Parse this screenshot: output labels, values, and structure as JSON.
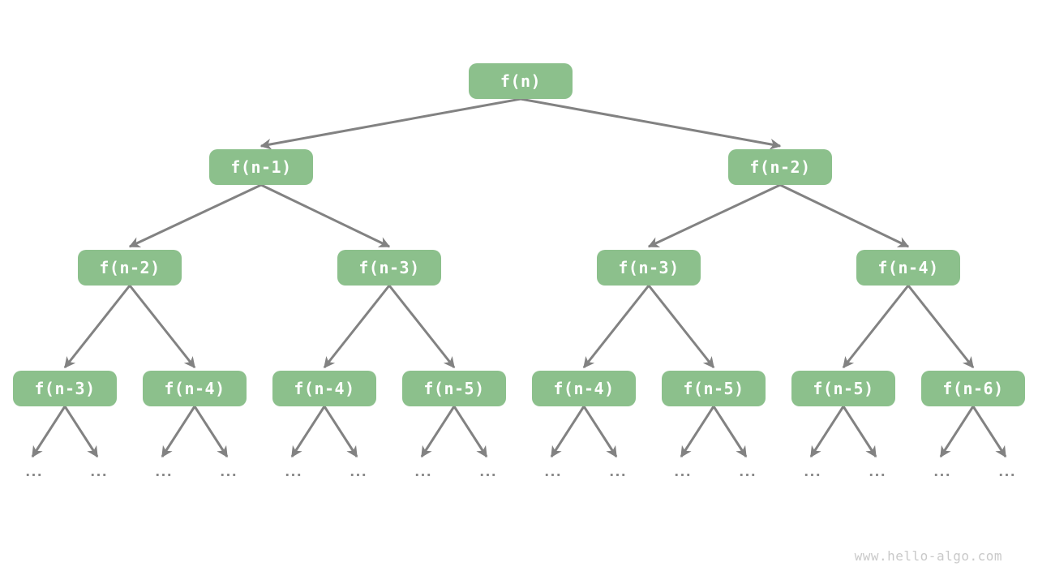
{
  "meta": {
    "watermark": "www.hello-algo.com"
  },
  "colors": {
    "background": "#ffffff",
    "node_fill": "#8cc08c",
    "node_text": "#ffffff",
    "arrow": "#828282",
    "ellipsis": "#8a8a8a",
    "watermark": "#c9c9c9"
  },
  "tree": {
    "description": "recursion-tree",
    "levels": [
      {
        "nodes": [
          {
            "label": "f(n)"
          }
        ]
      },
      {
        "nodes": [
          {
            "label": "f(n-1)"
          },
          {
            "label": "f(n-2)"
          }
        ]
      },
      {
        "nodes": [
          {
            "label": "f(n-2)"
          },
          {
            "label": "f(n-3)"
          },
          {
            "label": "f(n-3)"
          },
          {
            "label": "f(n-4)"
          }
        ]
      },
      {
        "nodes": [
          {
            "label": "f(n-3)"
          },
          {
            "label": "f(n-4)"
          },
          {
            "label": "f(n-4)"
          },
          {
            "label": "f(n-5)"
          },
          {
            "label": "f(n-4)"
          },
          {
            "label": "f(n-5)"
          },
          {
            "label": "f(n-5)"
          },
          {
            "label": "f(n-6)"
          }
        ]
      },
      {
        "nodes": [
          {
            "label": "..."
          },
          {
            "label": "..."
          },
          {
            "label": "..."
          },
          {
            "label": "..."
          },
          {
            "label": "..."
          },
          {
            "label": "..."
          },
          {
            "label": "..."
          },
          {
            "label": "..."
          },
          {
            "label": "..."
          },
          {
            "label": "..."
          },
          {
            "label": "..."
          },
          {
            "label": "..."
          },
          {
            "label": "..."
          },
          {
            "label": "..."
          },
          {
            "label": "..."
          },
          {
            "label": "..."
          }
        ]
      }
    ]
  }
}
